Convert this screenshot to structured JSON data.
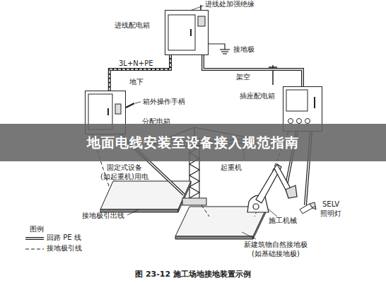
{
  "diagram": {
    "title": "地面电线安装至设备接入规范指南",
    "caption": "图 23-12 施工场地接地装置示例",
    "nodes": [
      {
        "text": [
          "进线配电箱"
        ]
      },
      {
        "text": [
          "分配电箱"
        ]
      },
      {
        "text": [
          "插座配电箱"
        ]
      }
    ],
    "edges": [
      {
        "from": 0,
        "to": 1,
        "arrow": "none",
        "label": "3L+N+PE"
      },
      {
        "from": 0,
        "to": 2,
        "arrow": "none",
        "label": "架空"
      }
    ],
    "labels": [
      "进线处加强绝缘",
      "接地极",
      "地下",
      "箱外操作手柄",
      "起重机",
      "固定式设备 (如起重机)用电",
      "接地极引出线",
      "施工机械",
      "SELV 照明灯",
      "新建筑物自然接地极 (如基础接地极)",
      "图例"
    ],
    "legend": [
      {
        "text": "回路 PE 线"
      },
      {
        "text": "接地极引线"
      }
    ]
  }
}
